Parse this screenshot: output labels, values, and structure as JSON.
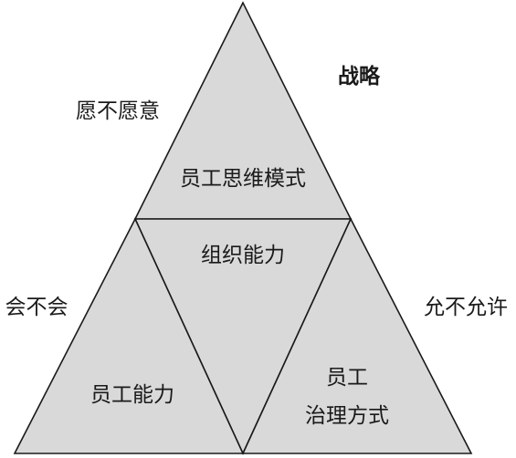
{
  "diagram": {
    "top_triangle": "员工思维模式",
    "center_triangle": "组织能力",
    "left_triangle": "员工能力",
    "right_triangle_line1": "员工",
    "right_triangle_line2": "治理方式",
    "apex_label": "战略",
    "left_upper_label": "愿不愿意",
    "left_lower_label": "会不会",
    "right_lower_label": "允不允许",
    "fill_color": "#d9d9d9",
    "stroke_color": "#1a1a1a"
  }
}
